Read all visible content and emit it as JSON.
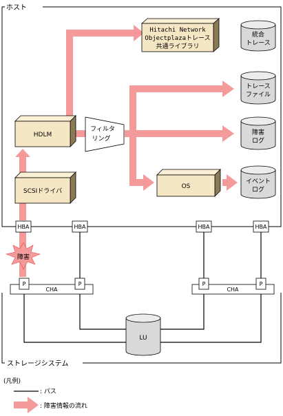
{
  "host_label": "ホスト",
  "storage_label": "ストレージシステム",
  "components": {
    "hitachi_line1": "Hitachi Network",
    "hitachi_line2": "Objectplazaトレース",
    "hitachi_line3": "共通ライブラリ",
    "hdlm": "HDLM",
    "scsi_driver": "SCSIドライバ",
    "filter_line1": "フィルタ",
    "filter_line2": "リング",
    "os": "OS",
    "hba": "HBA",
    "port": "P",
    "cha": "CHA",
    "lu": "LU",
    "failure": "障害"
  },
  "logs": {
    "integrated_trace_1": "統合",
    "integrated_trace_2": "トレース",
    "trace_file_1": "トレース",
    "trace_file_2": "ファイル",
    "failure_log_1": "障害",
    "failure_log_2": "ログ",
    "event_log_1": "イベント",
    "event_log_2": "ログ"
  },
  "legend": {
    "title": "(凡例)",
    "path": ": パス",
    "failure_flow": ": 障害情報の流れ"
  },
  "colors": {
    "flow_arrow": "#f59a9a",
    "box_fill": "#f5e7c4",
    "box_dark": "#8a7a55",
    "cylinder_fill": "#d9d9d9"
  }
}
